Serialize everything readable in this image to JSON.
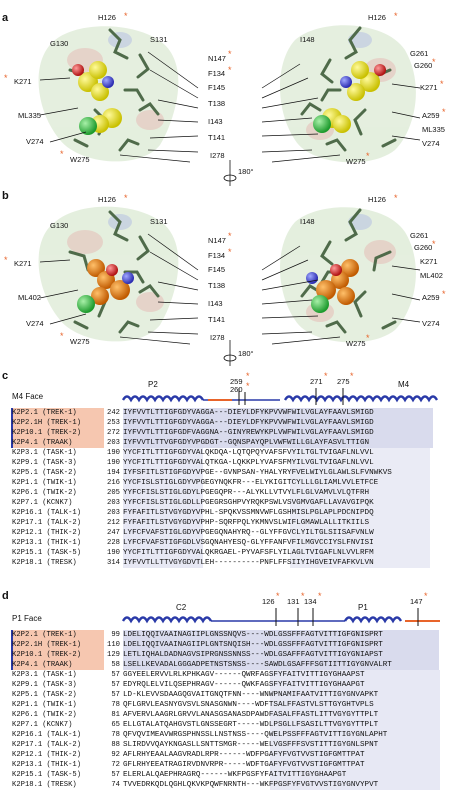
{
  "panels": {
    "a": {
      "letter": "a",
      "left_labels": [
        "H126",
        "S131",
        "G130",
        "N147",
        "F134",
        "K271",
        "F145",
        "ML335",
        "T138",
        "I143",
        "V274",
        "T141",
        "W275",
        "I278"
      ],
      "right_labels": [
        "H126",
        "I148",
        "G261",
        "G260",
        "K271",
        "A259",
        "ML335",
        "V274",
        "W275"
      ],
      "rotation": "180°"
    },
    "b": {
      "letter": "b",
      "left_labels": [
        "H126",
        "S131",
        "G130",
        "N147",
        "F134",
        "K271",
        "F145",
        "T138",
        "ML402",
        "I143",
        "V274",
        "T141",
        "W275",
        "I278"
      ],
      "right_labels": [
        "H126",
        "I148",
        "G261",
        "G260",
        "K271",
        "ML402",
        "A259",
        "V274",
        "W275"
      ],
      "rotation": "180°"
    },
    "c": {
      "letter": "c",
      "face": "M4 Face",
      "helix_p2": "P2",
      "helix_m4": "M4",
      "markers": [
        "259",
        "260",
        "271",
        "275"
      ],
      "rows": [
        {
          "name": "K2P2.1 (TREK-1)",
          "num": "242",
          "seq": "IYFVVTLTTIGFGDYVAGGA---DIEYLDFYKPVVWFWILVGLAYFAAVLSMIGD",
          "hl": true
        },
        {
          "name": "K2P2.1H (TREK-1)",
          "num": "253",
          "seq": "IYFVVTLTTIGFGDYVAGGA---DIEYLDFYKPVVWFWILVGLAYFAAVLSMIGD",
          "hl": true
        },
        {
          "name": "K2P10.1 (TREK-2)",
          "num": "272",
          "seq": "IYFVVTLTTIGFGDFVAGGNA--GINYREWYKPLVWFWILVGLAYFAAVLSMIGD",
          "hl": true
        },
        {
          "name": "K2P4.1 (TRAAK)",
          "num": "203",
          "seq": "IYFVVTLTTVGFGDYVPGDGT--GQNSPAYQPLVWFWILLGLAYFASVLTTIGN",
          "hl": true
        },
        {
          "name": "K2P3.1 (TASK-1)",
          "num": "190",
          "seq": "YYCFITLTTIGFGDYVALQKDQA-LQTQPQYVAFSFVYILTGLTVIGAFLNLVVL",
          "hl": false
        },
        {
          "name": "K2P9.1 (TASK-3)",
          "num": "190",
          "seq": "YYCFITLTTIGFGDYVALQTKGA-LQKKPLYVAFSFMYILVGLTVIGAFLNLVVL",
          "hl": false
        },
        {
          "name": "K2P5.1 (TASK-2)",
          "num": "194",
          "seq": "IYFSFITLSTIGFGDYVPGE--GVNPSAN-YHALYRYFVELWIYLGLAWLSLFVNWKVS",
          "hl": false
        },
        {
          "name": "K2P1.1 (TWIK-1)",
          "num": "216",
          "seq": "YYCFISLSTIGLGDYVPGEGYNQKFR---ELYKIGITCYLLLGLIAMLVVLETFCE",
          "hl": false
        },
        {
          "name": "K2P6.1 (TWIK-2)",
          "num": "205",
          "seq": "YYFCFISLSTIGLGDYLPGEGQPR---ALYKLLVTVYLFLGLVAMVLVLQTFRH",
          "hl": false
        },
        {
          "name": "K2P7.1 (KCNK7)",
          "num": "203",
          "seq": "YYFCFISLSTIGLGDLLPGEGRSGHPVYRQKPSWLVSVGMVGAFLLAVAVGIPQK",
          "hl": false
        },
        {
          "name": "K2P16.1 (TALK-1)",
          "num": "203",
          "seq": "FYFAFITLSTVGYGDYVPHL-SPQKVSSMNVWFLGSHMISLPGLAPLPDCNIPDQ",
          "hl": false
        },
        {
          "name": "K2P17.1 (TALK-2)",
          "num": "212",
          "seq": "FYFAFITLSTVGYGDYVPHP-SQRFPQLYKMNVSLWIFLGMAWLALLITKIILS",
          "hl": false
        },
        {
          "name": "K2P12.1 (THIK-2)",
          "num": "247",
          "seq": "LYFCFVAFSTIGLGDYVPGEGQNAHYRQ--GLYFFGVCLYILTGLSIISAFVNLW",
          "hl": false
        },
        {
          "name": "K2P13.1 (THIK-1)",
          "num": "228",
          "seq": "LYFCFVAFSTIGFGDLVSGQNAHYESQ-GLYFFANFVFILMGVCCIYSLFNVISI",
          "hl": false
        },
        {
          "name": "K2P15.1 (TASK-5)",
          "num": "190",
          "seq": "YYCFITLTTIGFGDYVALQKRGAEL-PYVAFSFLYILAGLTVIGAFLNLVVLRFM",
          "hl": false
        },
        {
          "name": "K2P18.1 (TRESK)",
          "num": "314",
          "seq": "IYFVVTLLTTVGYGDVTLEH----------PNFLFFSIIYIHGVEIVFAFKVLVN",
          "hl": false
        }
      ]
    },
    "d": {
      "letter": "d",
      "face": "P1 Face",
      "helix_c2": "C2",
      "helix_p1": "P1",
      "markers": [
        "126",
        "131",
        "134",
        "147"
      ],
      "rows": [
        {
          "name": "K2P2.1 (TREK-1)",
          "num": "99",
          "seq": "LDELIQQIVAAINAGIIPLGNSSNQVS----WDLGSSFFFAGTVITTIGFGNISPRT",
          "hl": true
        },
        {
          "name": "K2P2.1H (TREK-1)",
          "num": "110",
          "seq": "LDELIQQIVAAINAGIIPLGNTSNQISH---WDLGSSFFFAGTVITTIGFGNISPRT",
          "hl": true
        },
        {
          "name": "K2P10.1 (TREK-2)",
          "num": "129",
          "seq": "LETLIQHALDADNAGVSIPRGNSSNNSS---WDLGSAFFFAGTVITTIGYGNIAPST",
          "hl": true
        },
        {
          "name": "K2P4.1 (TRAAK)",
          "num": "58",
          "seq": "LSELLKEVADALGGGADPETNSTSNSS----SAWDLGSAFFFSGTIITTIGYGNVALRT",
          "hl": true
        },
        {
          "name": "K2P3.1 (TASK-1)",
          "num": "57",
          "seq": "GGYEELERVVLRLKPHKAGV------QWRFAGSFYFAITVITTIGYGHAAPST",
          "hl": false
        },
        {
          "name": "K2P9.1 (TASK-3)",
          "num": "57",
          "seq": "EDYRQLELVILQSEPHRAGV------QWKFAGSFYFAITVITTIGYGHAAPGT",
          "hl": false
        },
        {
          "name": "K2P5.1 (TASK-2)",
          "num": "57",
          "seq": "LD-KLEVVSDAAGQGVAITGNQTFNN----WNWPNAMIFAATVITTIGYGNVAPKT",
          "hl": false
        },
        {
          "name": "K2P1.1 (TWIK-1)",
          "num": "78",
          "seq": "QFLGRVLEASNYGVSVLSNASGNWN----WDFTSALFFASTVLSTTGYGHTVPLS",
          "hl": false
        },
        {
          "name": "K2P6.1 (TWIK-2)",
          "num": "81",
          "seq": "AFVERVLAAGRLGRVVLANASGSANASDPAWDFASALFFASTLITTVGYGYTTPLT",
          "hl": false
        },
        {
          "name": "K2P7.1 (KCNK7)",
          "num": "65",
          "seq": "ELLGTALATQAHGVSTLGNSSEGRT-----WDLPSGLLFSASILTTVGYGYTTPLT",
          "hl": false
        },
        {
          "name": "K2P16.1 (TALK-1)",
          "num": "78",
          "seq": "QFVQVIMEAVWRGSPHNSSLLNSTNSS----QWELPSSFFFAGTVITTIGYGNLAPHT",
          "hl": false
        },
        {
          "name": "K2P17.1 (TALK-2)",
          "num": "88",
          "seq": "SLIRDVVQAYKNGASLLSNTTSMGR-----WELVGSFFFSVSTITTIGYGNLSPNT",
          "hl": false
        },
        {
          "name": "K2P12.1 (THIK-2)",
          "num": "92",
          "seq": "AFLRHYEAALAAGVRADLRPR------WDFPGAFYFVGTVVSTIGFGMTTPAT",
          "hl": false
        },
        {
          "name": "K2P13.1 (THIK-1)",
          "num": "72",
          "seq": "GFLRHYEEATRAGIRVDNVRPR-----WDFTGAFYFVGTVVSTIGFGMTTPAT",
          "hl": false
        },
        {
          "name": "K2P15.1 (TASK-5)",
          "num": "57",
          "seq": "ELERLALQAEPHRAGRQ------WKFPGSFYFAITVITTIGYGHAAPGT",
          "hl": false
        },
        {
          "name": "K2P18.1 (TRESK)",
          "num": "74",
          "seq": "TVVEDRKQDLQGHLQKVKPQWFNRNTH---WKFPGSFYFVGTVVSTIGYGNVYPVT",
          "hl": false
        }
      ]
    }
  }
}
